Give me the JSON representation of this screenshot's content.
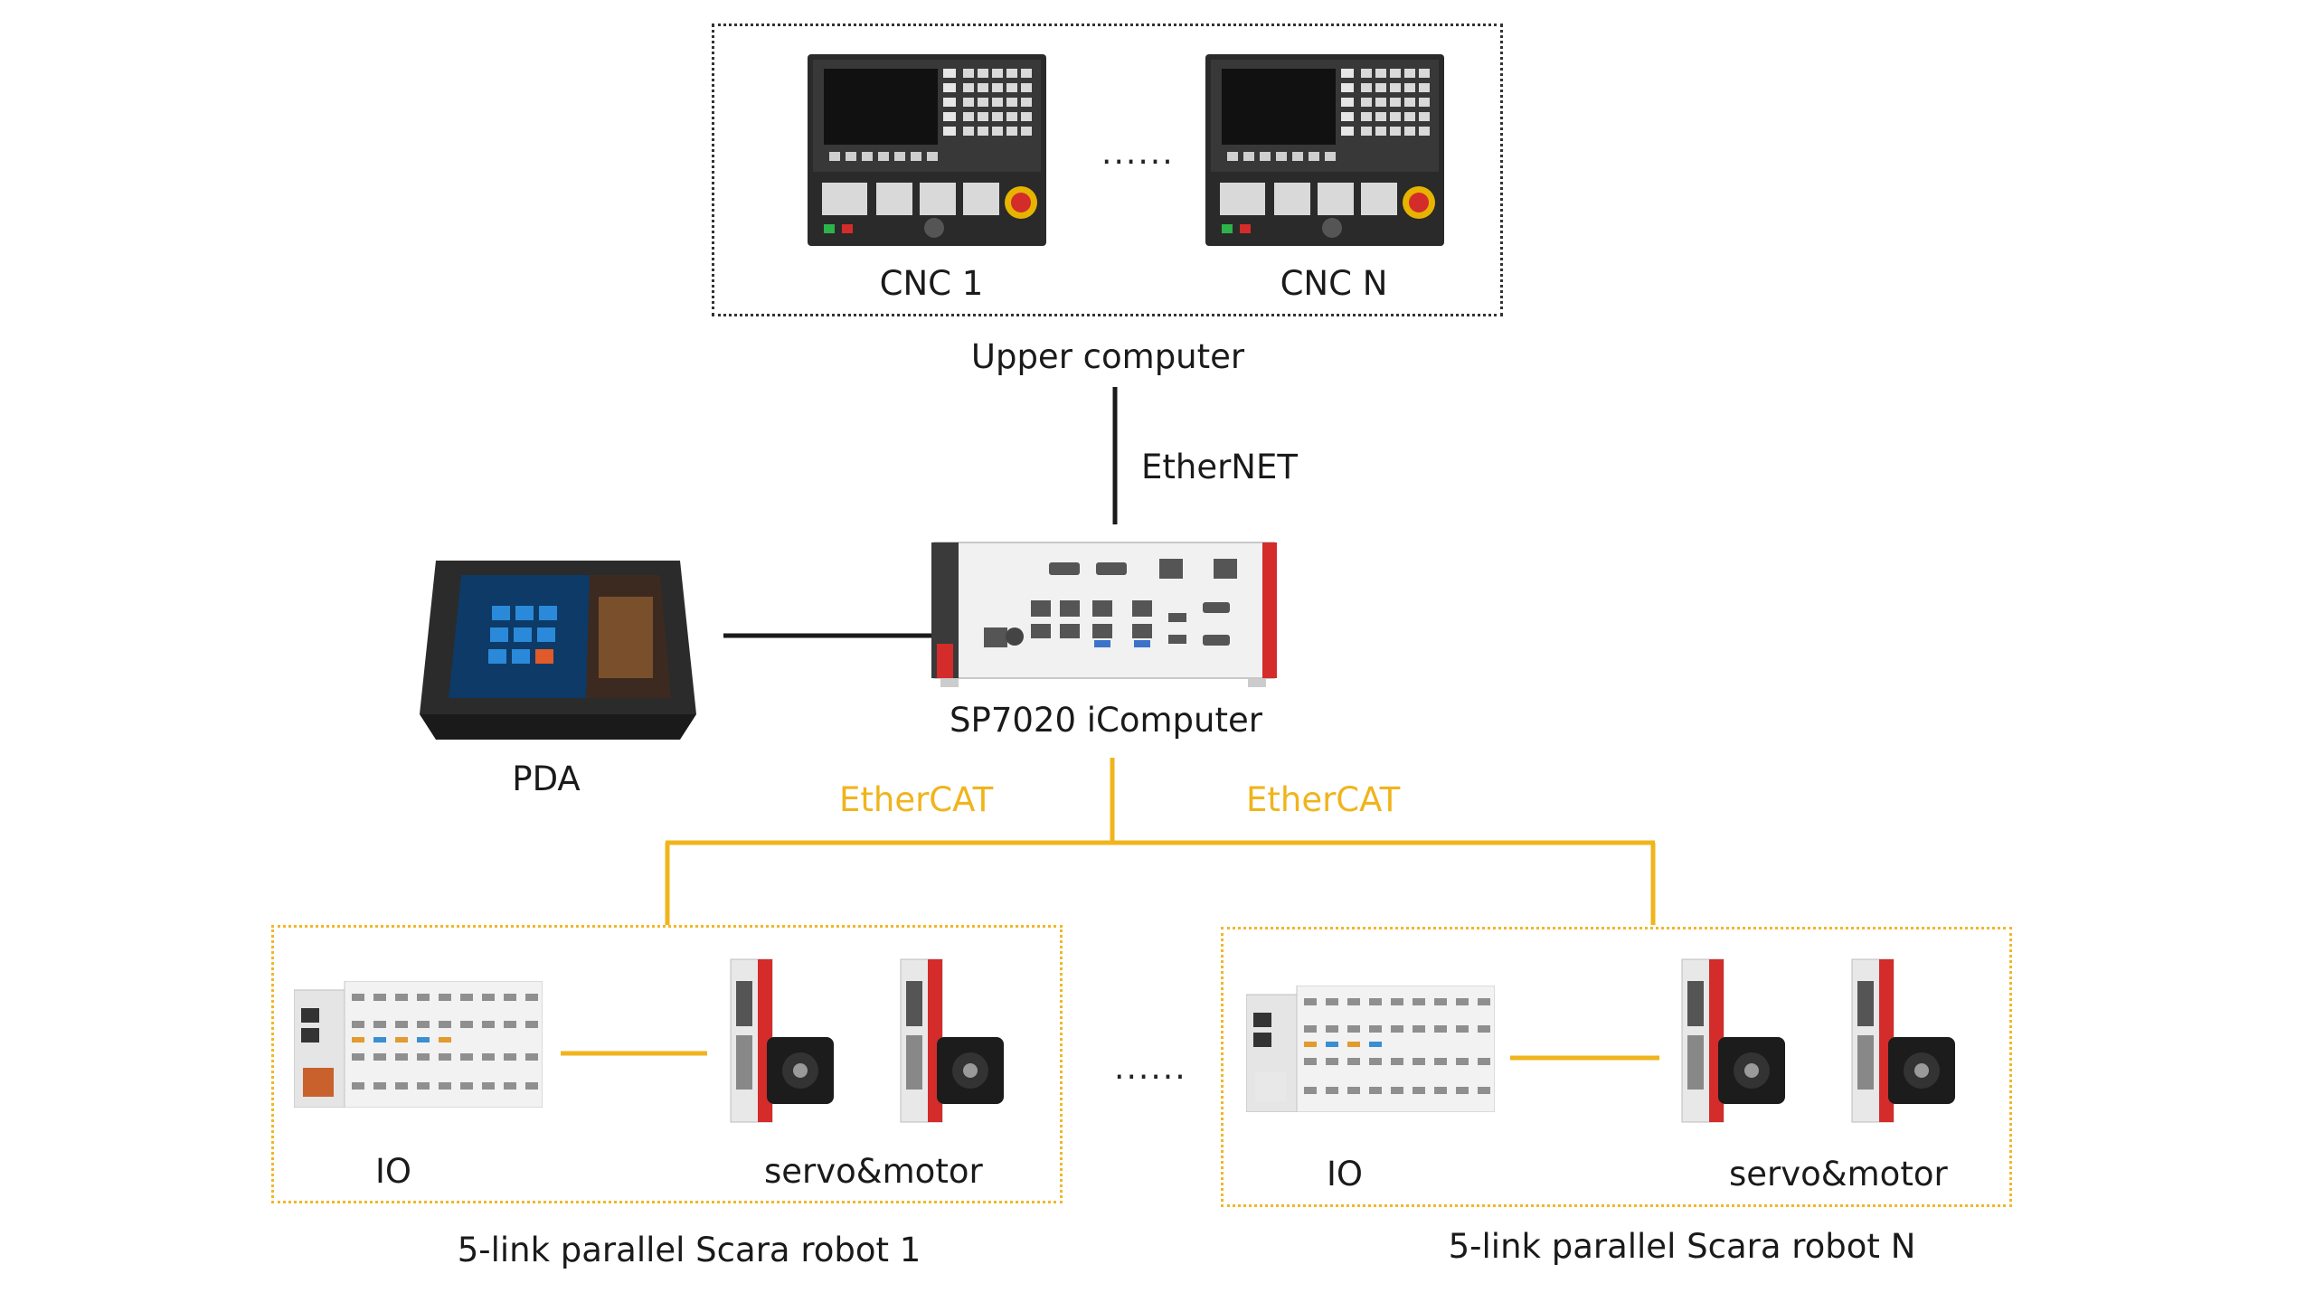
{
  "upper_group": {
    "cnc_first": "CNC 1",
    "cnc_last": "CNC N",
    "ellipsis": "......",
    "caption": "Upper computer"
  },
  "links": {
    "upper_to_ipc": "EtherNET",
    "ethercat_left": "EtherCAT",
    "ethercat_right": "EtherCAT"
  },
  "center": {
    "ipc_label": "SP7020 iComputer",
    "pda_label": "PDA"
  },
  "robot_groups": [
    {
      "io_label": "IO",
      "servo_label": "servo&motor",
      "caption": "5-link parallel Scara robot 1"
    },
    {
      "io_label": "IO",
      "servo_label": "servo&motor",
      "caption": "5-link parallel Scara robot N"
    }
  ],
  "robot_ellipsis": "......",
  "colors": {
    "ethernet_line": "#1a1a1a",
    "ethercat_line": "#f0b41c",
    "accent_red": "#d42b2b"
  }
}
